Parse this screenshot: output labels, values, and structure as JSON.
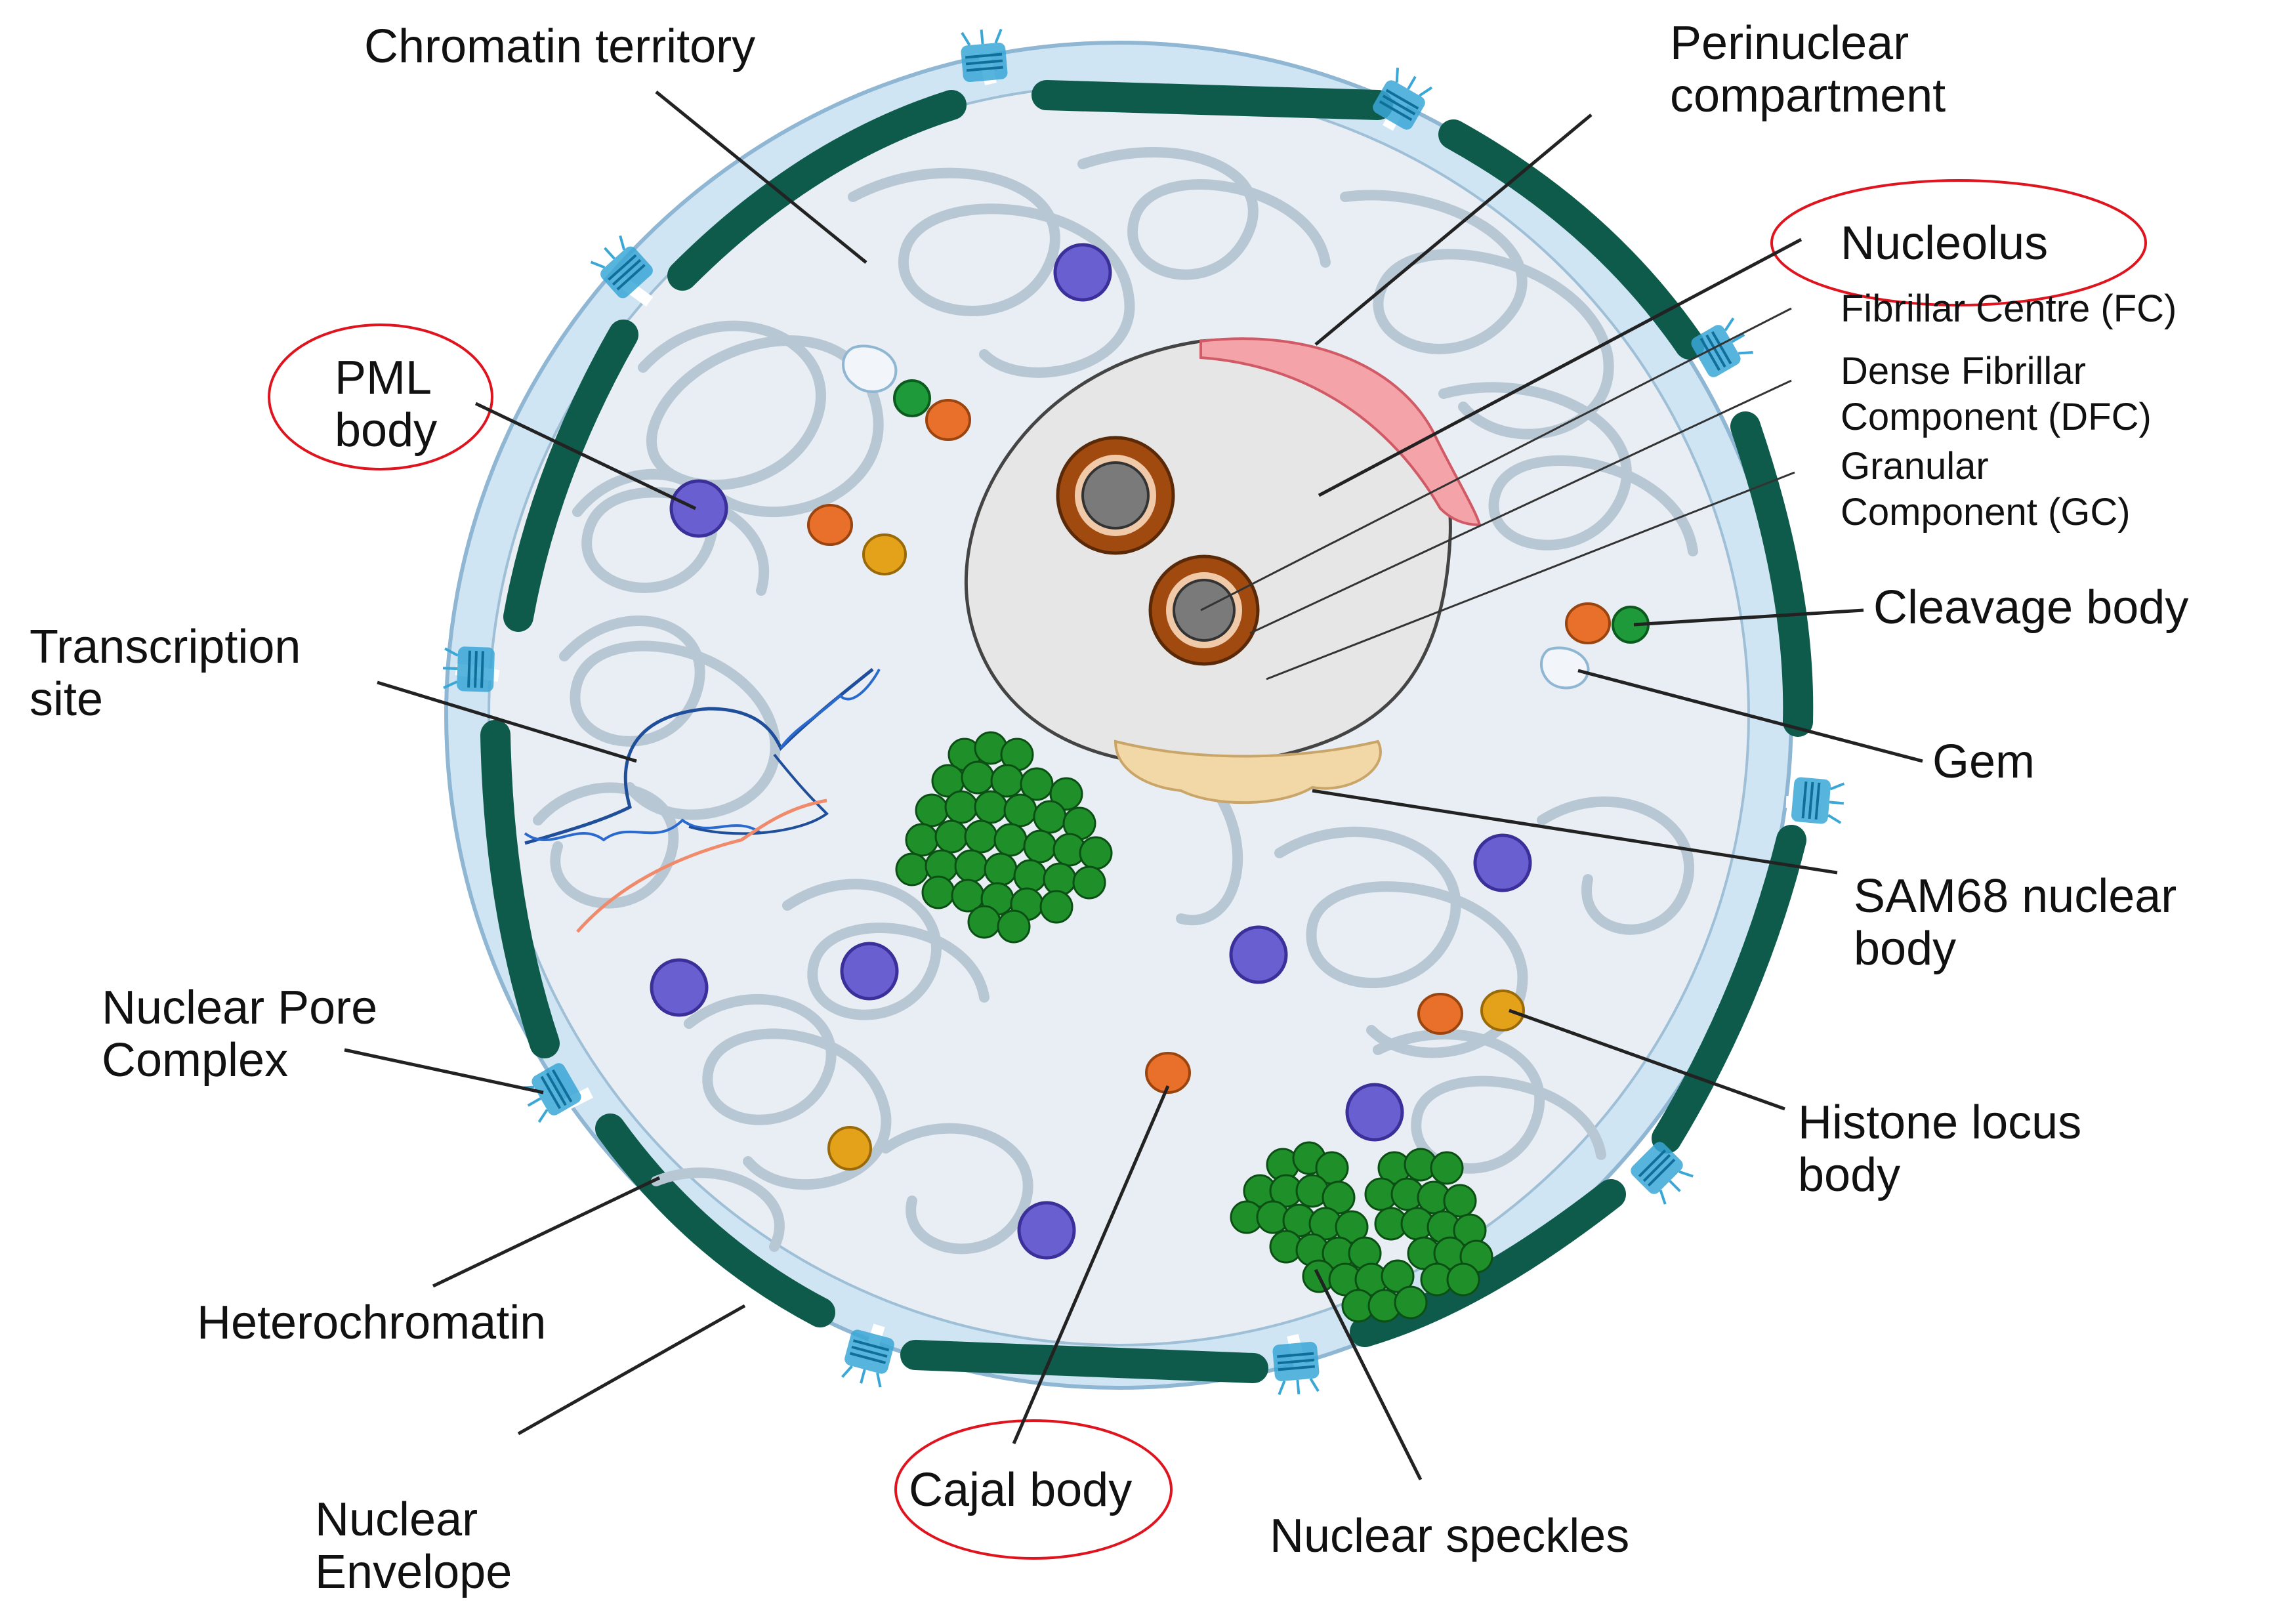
{
  "colors": {
    "envelope": "#cfe5f3",
    "nucleoplasm": "#e8eef3",
    "heterochromatin": "#0e5a4b",
    "chromatin": "#b8c7d4",
    "pml_body": "#6a5fd0",
    "speckle": "#1f8f2a",
    "cajal": "#e8702a",
    "histone": "#e3a21a",
    "gem": "#f2f6fb",
    "cleavage": "#1f9a3a",
    "nucleolus": "#e6e6e6",
    "fc": "#7a7a7a",
    "dfc": "#a14a10",
    "perinuclear": "#f4a3a8",
    "sam68": "#f2d8a6",
    "highlight_ellipse": "#e0141e",
    "pore": "#3aa7d6"
  },
  "labels": {
    "chromatin_territory": "Chromatin territory",
    "perinuclear_1": "Perinuclear",
    "perinuclear_2": "compartment",
    "nucleolus": "Nucleolus",
    "fc": "Fibrillar Centre (FC)",
    "dfc_1": "Dense Fibrillar",
    "dfc_2": "Component (DFC)",
    "gc_1": "Granular",
    "gc_2": "Component (GC)",
    "pml_1": "PML",
    "pml_2": "body",
    "transcription_1": "Transcription",
    "transcription_2": "site",
    "cleavage": "Cleavage body",
    "gem": "Gem",
    "sam68_1": "SAM68 nuclear",
    "sam68_2": "body",
    "npc_1": "Nuclear Pore",
    "npc_2": "Complex",
    "histone_1": "Histone locus",
    "histone_2": "body",
    "heterochromatin": "Heterochromatin",
    "envelope_1": "Nuclear",
    "envelope_2": "Envelope",
    "cajal": "Cajal body",
    "speckles": "Nuclear speckles"
  },
  "icons": [
    "nuclear-pore-icon"
  ]
}
